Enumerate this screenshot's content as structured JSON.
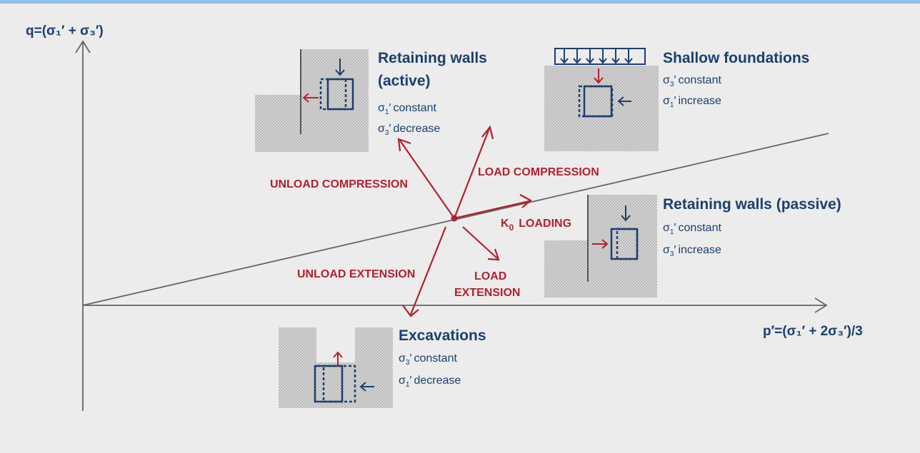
{
  "axes": {
    "q_label": "q=(σ₁′ + σ₃′)",
    "p_label": "p′=(σ₁′ + 2σ₃′)/3"
  },
  "cases": {
    "retaining_active": {
      "title_line1": "Retaining walls",
      "title_line2": "(active)",
      "note1": "constant",
      "note2": "decrease"
    },
    "shallow_foundations": {
      "title": "Shallow foundations",
      "note1": "constant",
      "note2": "increase"
    },
    "retaining_passive": {
      "title": "Retaining walls (passive)",
      "note1": "constant",
      "note2": "increase"
    },
    "excavations": {
      "title": "Excavations",
      "note1": "constant",
      "note2": "decrease"
    }
  },
  "symbols": {
    "sigma": "σ",
    "prime": "′",
    "sub1": "1",
    "sub3": "3"
  },
  "stress_paths": {
    "unload_compression": "UNLOAD COMPRESSION",
    "load_compression": "LOAD COMPRESSION",
    "k0": "K",
    "k0_sub": "0",
    "loading": "LOADING",
    "unload_extension": "UNLOAD EXTENSION",
    "load_line1": "LOAD",
    "extension_line2": "EXTENSION"
  },
  "colors": {
    "navy": "#1c3f6e",
    "red": "#b3202f",
    "axis": "#666666",
    "background": "#ececec",
    "top_bar": "#8ec1e8"
  }
}
